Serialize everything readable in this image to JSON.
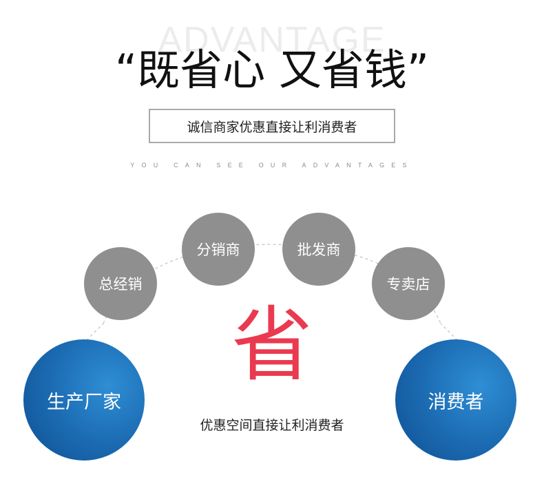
{
  "header": {
    "watermark": "ADVANTAGE",
    "headline": "“既省心 又省钱”",
    "subtitle": "诚信商家优惠直接让利消费者",
    "tagline": "YOU CAN SEE OUR ADVANTAGES"
  },
  "chain": {
    "manufacturer": "生产厂家",
    "distributor_general": "总经销",
    "distributor": "分销商",
    "wholesaler": "批发商",
    "store": "专卖店",
    "consumer": "消费者"
  },
  "center": {
    "saving_char": "省",
    "caption": "优惠空间直接让利消费者"
  },
  "colors": {
    "accent_red": "#ea3a4f",
    "node_grey": "#8f8f8f",
    "node_blue": "#1c6cb3",
    "arc_dash": "#b5b5b5"
  }
}
